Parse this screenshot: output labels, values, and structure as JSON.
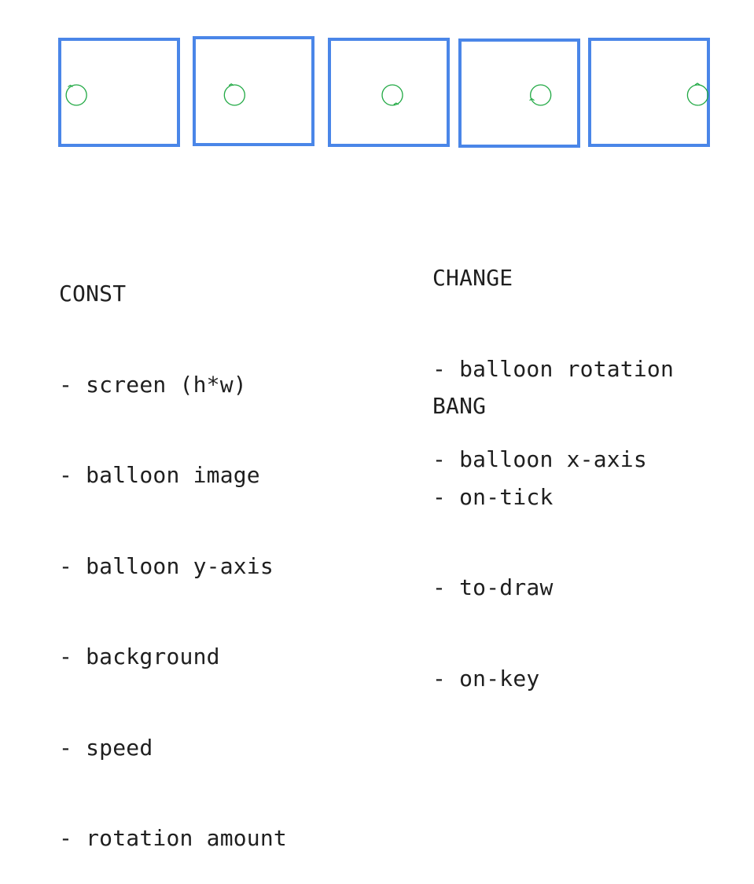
{
  "frames": [
    {
      "balloon_x": 0.14
    },
    {
      "balloon_x": 0.34
    },
    {
      "balloon_x": 0.53
    },
    {
      "balloon_x": 0.68
    },
    {
      "balloon_x": 0.91
    }
  ],
  "colors": {
    "frame_stroke": "#4a86e8",
    "balloon_stroke": "#21a944",
    "text": "#1f1f1f"
  },
  "const": {
    "heading": "CONST",
    "items": [
      "- screen (h*w)",
      "- balloon image",
      "- balloon y-axis",
      "- background",
      "- speed",
      "- rotation amount"
    ]
  },
  "change": {
    "heading": "CHANGE",
    "items": [
      "- balloon rotation",
      "- balloon x-axis"
    ]
  },
  "bang": {
    "heading": "BANG",
    "items": [
      "- on-tick",
      "- to-draw",
      "- on-key"
    ]
  }
}
